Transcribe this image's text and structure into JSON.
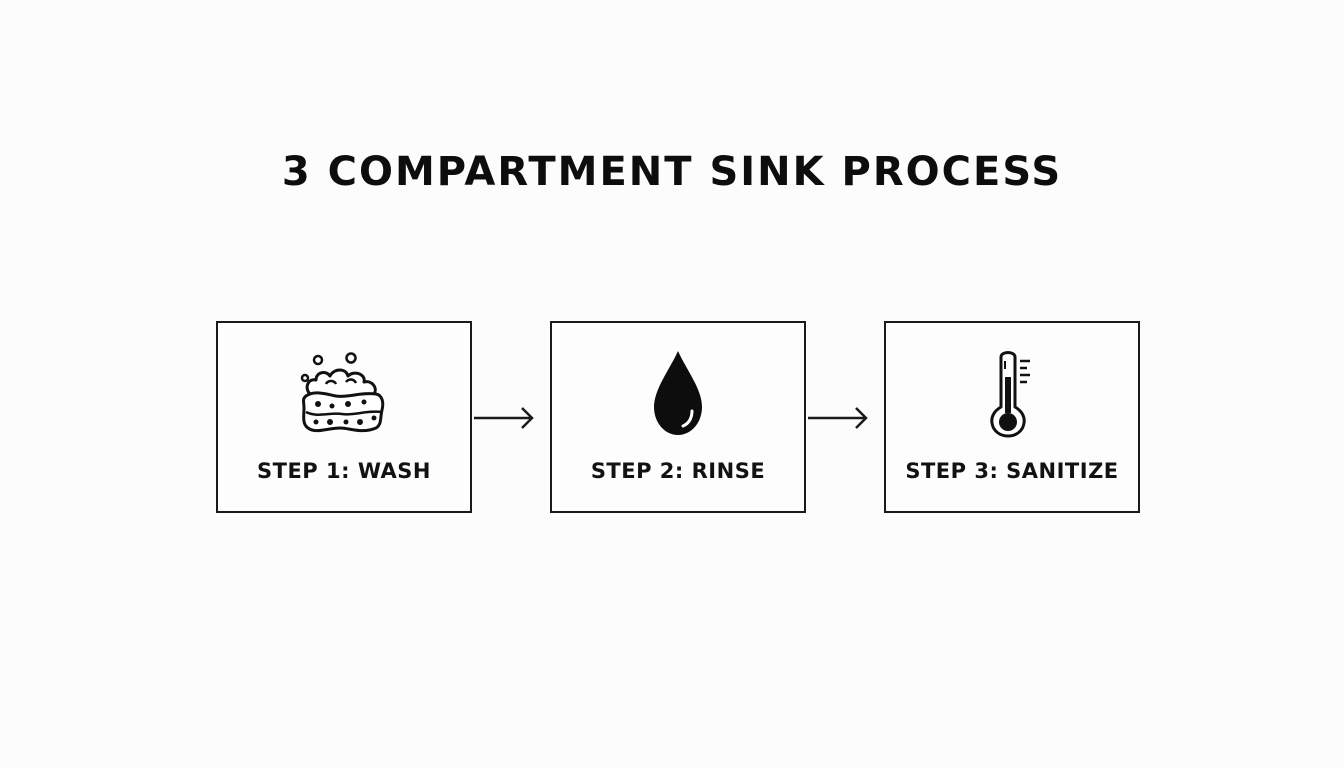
{
  "title": "3 COMPARTMENT SINK PROCESS",
  "steps": [
    {
      "label": "STEP 1: WASH",
      "icon": "sponge-icon"
    },
    {
      "label": "STEP 2: RINSE",
      "icon": "water-drop-icon"
    },
    {
      "label": "STEP 3: SANITIZE",
      "icon": "thermometer-icon"
    }
  ],
  "colors": {
    "stroke": "#1a1a1a",
    "background": "#fcfcfc"
  }
}
